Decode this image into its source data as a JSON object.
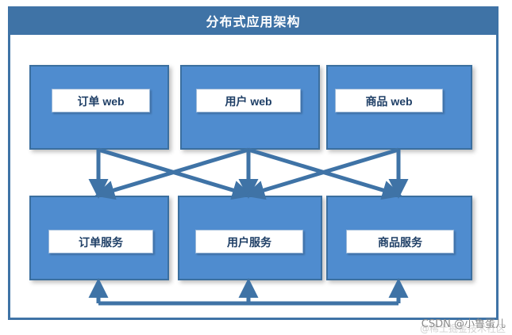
{
  "diagram": {
    "title": "分布式应用架构",
    "web_layer": [
      {
        "label": "订单 web"
      },
      {
        "label": "用户 web"
      },
      {
        "label": "商品 web"
      }
    ],
    "service_layer": [
      {
        "label": "订单服务"
      },
      {
        "label": "用户服务"
      },
      {
        "label": "商品服务"
      }
    ],
    "colors": {
      "box_fill": "#4f8ccf",
      "box_border": "#3b6f9f",
      "frame_blue": "#3f73a6",
      "arrow_blue": "#3f73a6",
      "label_text": "#1f3f66"
    }
  },
  "watermark": {
    "main": "CSDN @小鲁蛋儿",
    "sub": "@稀土掘金技术社区"
  }
}
